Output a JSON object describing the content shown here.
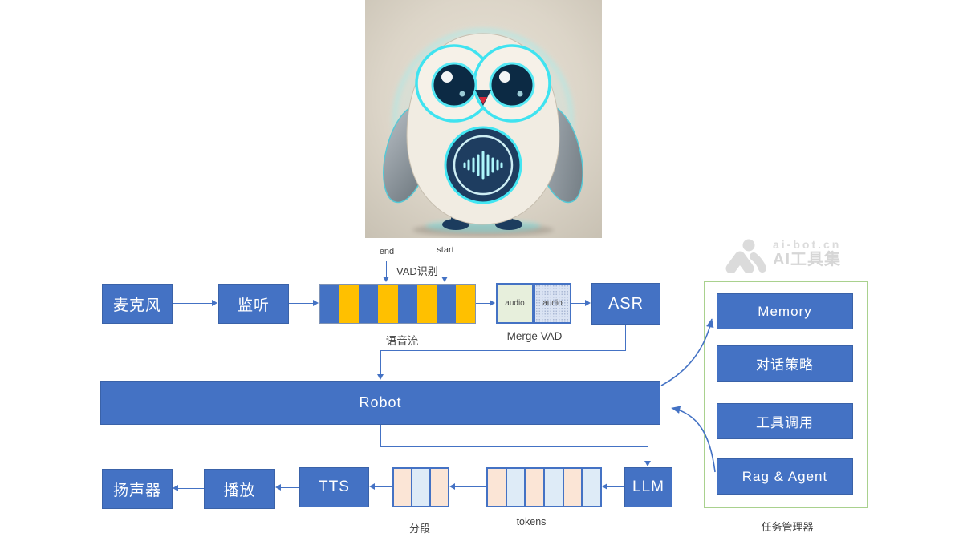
{
  "watermark": {
    "site": "ai-bot.cn",
    "brand": "AI工具集"
  },
  "colors": {
    "blue": "#4472C4",
    "yellow": "#FFC000",
    "peach": "#FBE5D6",
    "lightblue": "#DEEBF7",
    "audio_green": "#E7EFDC",
    "audio_dotted": "#DAE3F3",
    "panel_green": "#A9D18E",
    "line": "#4472C4",
    "watermark_gray": "#DBDBDB"
  },
  "nodes": {
    "mic": "麦克风",
    "listen": "监听",
    "asr": "ASR",
    "robot": "Robot",
    "llm": "LLM",
    "tts": "TTS",
    "play": "播放",
    "speaker": "扬声器",
    "audio_left": "audio",
    "audio_right": "audio"
  },
  "labels": {
    "vad_end": "end",
    "vad_start": "start",
    "vad_title": "VAD识别",
    "audio_stream": "语音流",
    "merge_vad": "Merge VAD",
    "segments": "分段",
    "tokens": "tokens",
    "task_manager": "任务管理器"
  },
  "task_manager": {
    "items": [
      "Memory",
      "对话策略",
      "工具调用",
      "Rag & Agent"
    ]
  },
  "cells": {
    "audio_stream_stripes": [
      "blue",
      "yellow",
      "blue",
      "yellow",
      "blue",
      "yellow",
      "blue",
      "yellow"
    ],
    "segment_cells": [
      "peach",
      "lightblue",
      "peach"
    ],
    "token_cells": [
      "peach",
      "lightblue",
      "peach",
      "lightblue",
      "peach",
      "lightblue"
    ]
  }
}
